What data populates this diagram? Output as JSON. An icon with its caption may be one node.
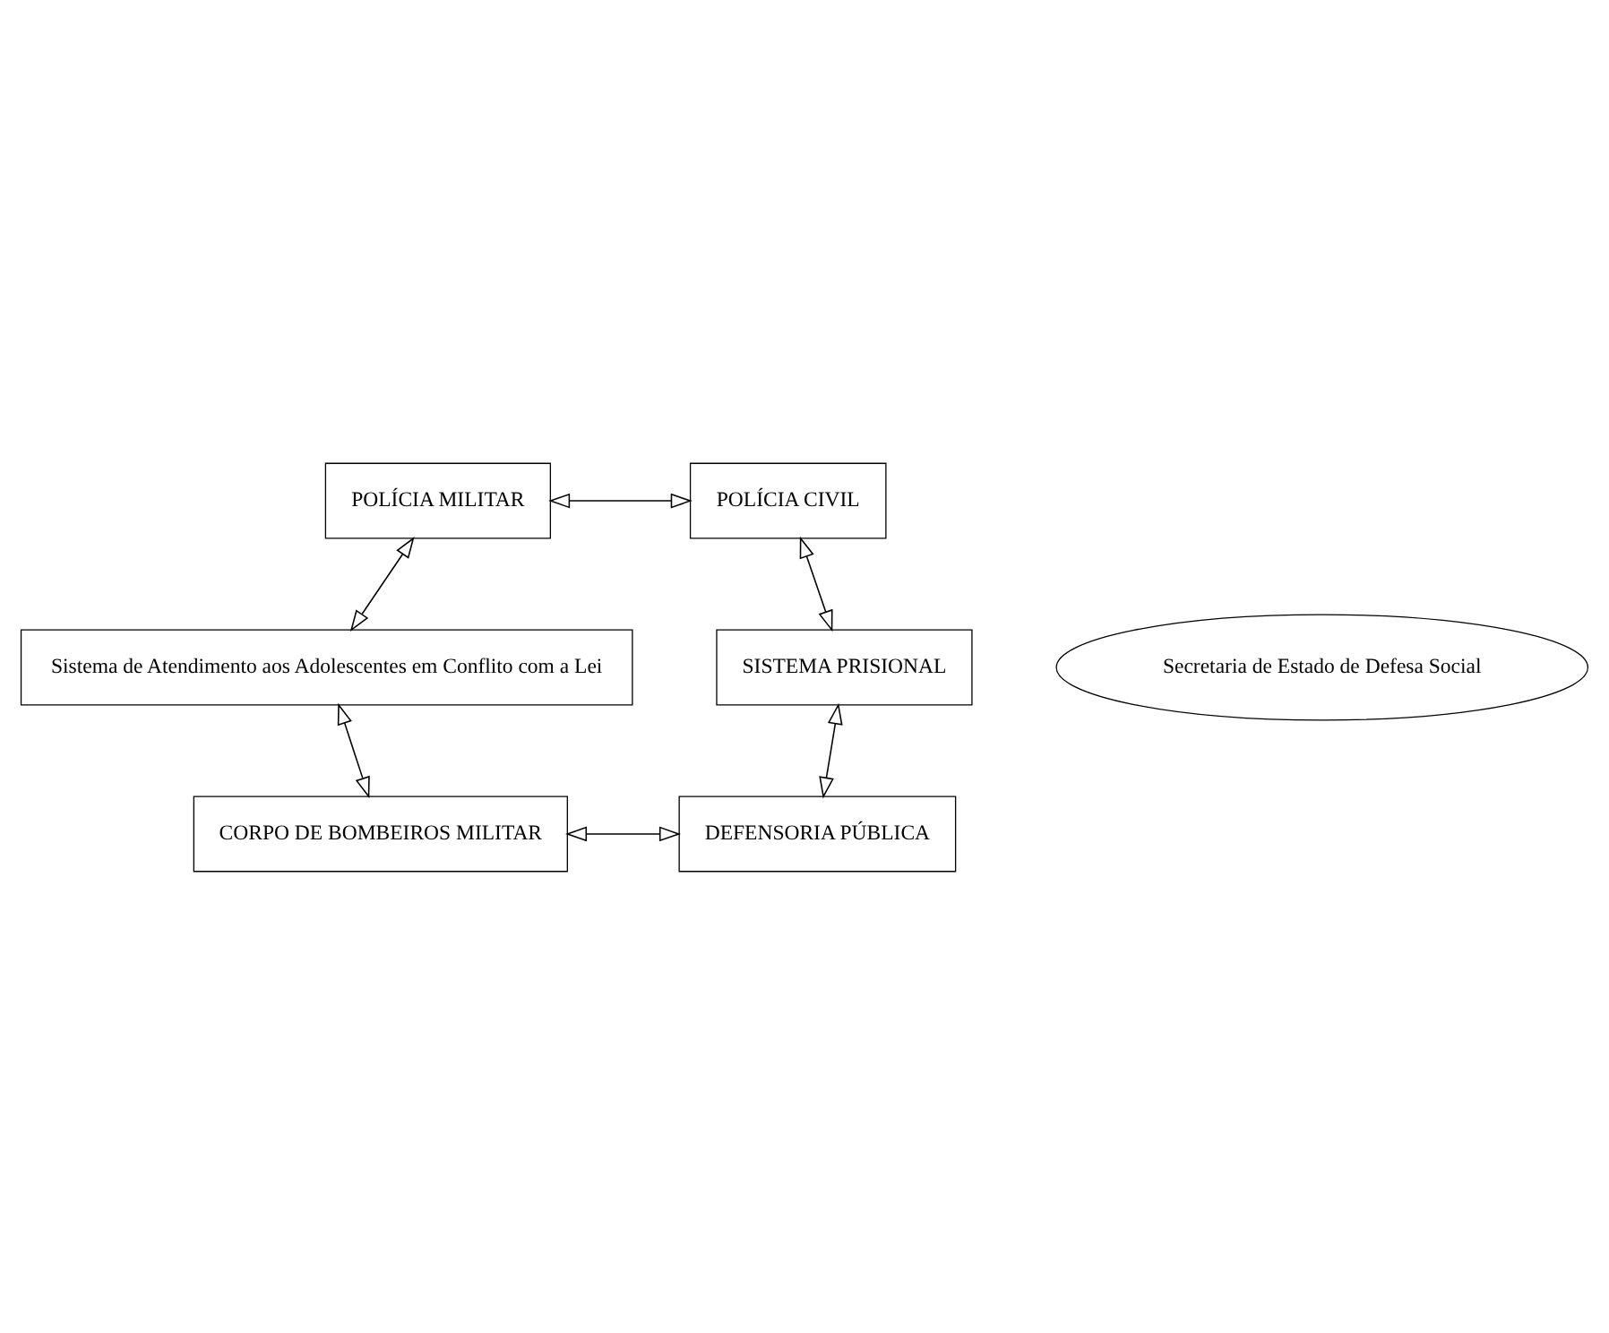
{
  "diagram": {
    "nodes": [
      {
        "text": [
          "POLÍCIA MILITAR"
        ]
      },
      {
        "text": [
          "POLÍCIA CIVIL"
        ]
      },
      {
        "text": [
          "Sistema de Atendimento aos Adolescentes em Conflito com a Lei"
        ]
      },
      {
        "text": [
          "Secretaria de Estado de Defesa Social"
        ]
      },
      {
        "text": [
          "SISTEMA PRISIONAL"
        ]
      },
      {
        "text": [
          "CORPO DE BOMBEIROS MILITAR"
        ]
      },
      {
        "text": [
          "DEFENSORIA PÚBLICA"
        ]
      }
    ],
    "edges": [
      {
        "from": 0,
        "to": 1,
        "arrow": "both"
      },
      {
        "from": 0,
        "to": 2,
        "arrow": "both"
      },
      {
        "from": 1,
        "to": 4,
        "arrow": "both"
      },
      {
        "from": 2,
        "to": 5,
        "arrow": "both"
      },
      {
        "from": 4,
        "to": 6,
        "arrow": "both"
      },
      {
        "from": 5,
        "to": 6,
        "arrow": "both"
      }
    ]
  }
}
